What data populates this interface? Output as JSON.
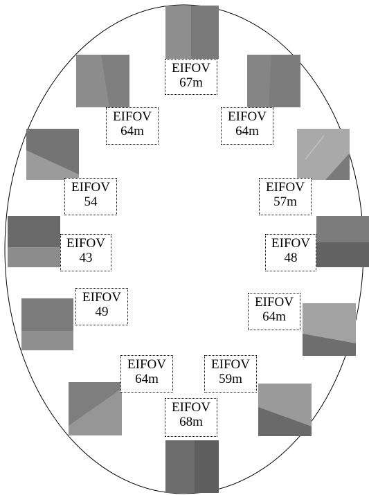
{
  "diagram": {
    "colors": {
      "outline": "#000000",
      "background": "#ffffff"
    },
    "patches": [
      {
        "name": "patch-top",
        "edge": "vertical",
        "tone": [
          "#8e8e8e",
          "#7a7a7a"
        ]
      },
      {
        "name": "patch-upper-left",
        "edge": "slant",
        "tone": [
          "#8c8c8c",
          "#7e7e7e"
        ]
      },
      {
        "name": "patch-upper-right",
        "edge": "slant",
        "tone": [
          "#858585",
          "#7c7c7c"
        ]
      },
      {
        "name": "patch-mid-left",
        "edge": "diagonal",
        "tone": [
          "#747474",
          "#9b9b9b"
        ]
      },
      {
        "name": "patch-mid-right",
        "edge": "diagonal",
        "tone": [
          "#a9a9a9",
          "#7a7a7a"
        ]
      },
      {
        "name": "patch-left",
        "edge": "horizontal",
        "tone": [
          "#6a6a6a",
          "#8c8c8c"
        ]
      },
      {
        "name": "patch-right",
        "edge": "horizontal",
        "tone": [
          "#7c7c7c",
          "#626262"
        ]
      },
      {
        "name": "patch-lower-left",
        "edge": "horizontal",
        "tone": [
          "#7b7b7b",
          "#8f8f8f"
        ]
      },
      {
        "name": "patch-lower-right",
        "edge": "diagonal",
        "tone": [
          "#a2a2a2",
          "#6e6e6e"
        ]
      },
      {
        "name": "patch-bottom-left",
        "edge": "diagonal",
        "tone": [
          "#7e7e7e",
          "#969696"
        ]
      },
      {
        "name": "patch-bottom-right",
        "edge": "diagonal",
        "tone": [
          "#9a9a9a",
          "#6a6a6a"
        ]
      },
      {
        "name": "patch-bottom",
        "edge": "vertical",
        "tone": [
          "#6c6c6c",
          "#5e5e5e"
        ]
      }
    ],
    "labels": [
      {
        "name": "label-top",
        "title": "EIFOV",
        "value": "67m"
      },
      {
        "name": "label-upper-left",
        "title": "EIFOV",
        "value": "64m"
      },
      {
        "name": "label-upper-right",
        "title": "EIFOV",
        "value": "64m"
      },
      {
        "name": "label-mid-left",
        "title": "EIFOV",
        "value": "54"
      },
      {
        "name": "label-mid-right",
        "title": "EIFOV",
        "value": "57m"
      },
      {
        "name": "label-left",
        "title": "EIFOV",
        "value": "43"
      },
      {
        "name": "label-right",
        "title": "EIFOV",
        "value": "48"
      },
      {
        "name": "label-lower-left",
        "title": "EIFOV",
        "value": "49"
      },
      {
        "name": "label-lower-right",
        "title": "EIFOV",
        "value": "64m"
      },
      {
        "name": "label-bottom-left",
        "title": "EIFOV",
        "value": "64m"
      },
      {
        "name": "label-bottom-right",
        "title": "EIFOV",
        "value": "59m"
      },
      {
        "name": "label-bottom",
        "title": "EIFOV",
        "value": "68m"
      }
    ]
  }
}
